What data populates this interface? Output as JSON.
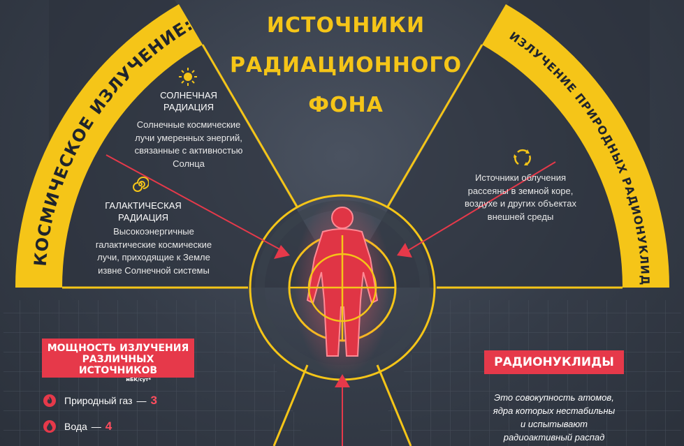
{
  "title": [
    "ИСТОЧНИКИ",
    "РАДИАЦИОННОГО",
    "ФОНА"
  ],
  "left_band_label": "КОСМИЧЕСКОЕ ИЗЛУЧЕНИЕ:",
  "right_band_label": "ИЗЛУЧЕНИЕ ПРИРОДНЫХ РАДИОНУКЛИДОВ",
  "solar": {
    "heading": [
      "СОЛНЕЧНАЯ",
      "РАДИАЦИЯ"
    ],
    "text": [
      "Солнечные космические",
      "лучи умеренных энергий,",
      "связанные с активностью",
      "Солнца"
    ]
  },
  "galactic": {
    "heading": [
      "ГАЛАКТИЧЕСКАЯ",
      "РАДИАЦИЯ"
    ],
    "text": [
      "Высокоэнергичные",
      "галактические космические",
      "лучи, приходящие к Земле",
      "извне Солнечной системы"
    ]
  },
  "natural": {
    "text": [
      "Источники облучения",
      "рассеяны в земной коре,",
      "воздухе и других объектах",
      "внешней среды"
    ]
  },
  "power_box": {
    "title": [
      "МОЩНОСТЬ ИЗЛУЧЕНИЯ",
      "РАЗЛИЧНЫХ ИСТОЧНИКОВ"
    ],
    "unit": "мБК/сут*",
    "items": [
      {
        "label": "Природный газ",
        "dash": "—",
        "value": "3"
      },
      {
        "label": "Вода",
        "dash": "—",
        "value": "4"
      }
    ]
  },
  "radionuclides": {
    "title": "РАДИОНУКЛИДЫ",
    "text": [
      "Это совокупность атомов,",
      "ядра которых нестабильны",
      "и испытывают",
      "радиоактивный распад"
    ]
  },
  "colors": {
    "accent": "#f5c518",
    "red": "#e6394a",
    "background": "#353c48"
  },
  "icons": [
    "sun-icon",
    "spiral-icon",
    "recycle-icon",
    "fire-icon",
    "water-drop-icon"
  ]
}
